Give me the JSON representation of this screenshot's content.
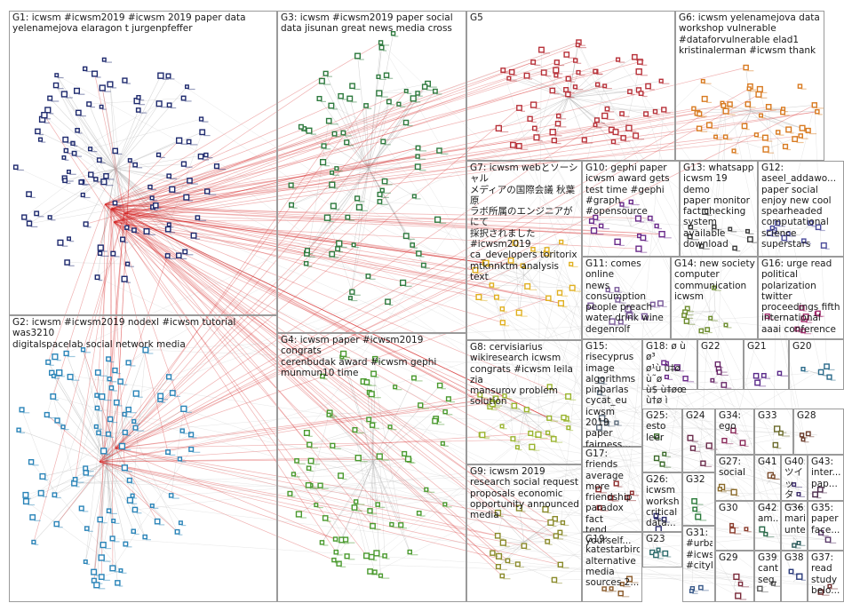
{
  "colors": {
    "background": "#ffffff",
    "box_border": "#9a9a9a",
    "label_text": "#1a1a1a",
    "edge_between_groups": "#d42020",
    "edge_within_group": "#b8b8b8"
  },
  "groups": [
    {
      "id": "G1",
      "label": "G1: icwsm #icwsm2019 #icwsm 2019 paper data\nyelenamejova elaragon t jurgenpfeffer",
      "node_color": "#1e2a6e",
      "node_count": 95
    },
    {
      "id": "G2",
      "label": "G2: icwsm #icwsm2019 nodexl #icwsm tutorial was3210\ndigitalspacelab social network media",
      "node_color": "#2a84b8",
      "node_count": 90
    },
    {
      "id": "G3",
      "label": "G3: icwsm #icwsm2019 paper social\ndata jisunan great news media cross",
      "node_color": "#2e7a3e",
      "node_count": 70
    },
    {
      "id": "G4",
      "label": "G4: icwsm paper #icwsm2019 congrats\ncerenbudak award #icwsm gephi\nmunmun10 time",
      "node_color": "#4a9a2e",
      "node_count": 70
    },
    {
      "id": "G5",
      "label": "G5",
      "node_color": "#b8323a",
      "node_count": 60
    },
    {
      "id": "G6",
      "label": "G6: icwsm yelenamejova data\nworkshop vulnerable\n#dataforvulnerable elad1\nkristinalerman #icwsm thank",
      "node_color": "#d87a20",
      "node_count": 38
    },
    {
      "id": "G7",
      "label": "G7: icwsm webとソーシャル\nメディアの国際会議 秋葉原\nラボ所属のエンジニアが にて\n採択されました\n#icwsm2019\nca_developers toritorix\nmtknnktm analysis text",
      "node_color": "#e0b020",
      "node_count": 22
    },
    {
      "id": "G8",
      "label": "G8: cervisiarius\nwikiresearch icwsm\ncongrats #icwsm leila zia\nmansurov problem\nsolution",
      "node_color": "#9ab42e",
      "node_count": 24
    },
    {
      "id": "G9",
      "label": "G9: icwsm 2019\nresearch social request\nproposals economic\nopportunity announced\nmedia",
      "node_color": "#8a8a2a",
      "node_count": 20
    },
    {
      "id": "G10",
      "label": "G10: gephi paper\nicwsm award gets\ntest time #gephi\n#graph #opensource",
      "node_color": "#6a2a8a",
      "node_count": 14
    },
    {
      "id": "G11",
      "label": "G11: comes online\nnews consumption\npeople preach\nwater drink wine\ndegenrolf",
      "node_color": "#7a5a9a",
      "node_count": 12
    },
    {
      "id": "G12",
      "label": "G12:\naseel_addawo...\npaper social\nenjoy new cool\nspearheaded\ncomputational\nscience\nsuperstars",
      "node_color": "#4a4a9a",
      "node_count": 10
    },
    {
      "id": "G13",
      "label": "G13: whatsapp\nicwsm 19 demo\npaper monitor\nfact checking\nsystem available\ndownload",
      "node_color": "#3a3a3a",
      "node_count": 9
    },
    {
      "id": "G14",
      "label": "G14: new society\ncomputer\ncommunication\nicwsm",
      "node_color": "#6a8a2a",
      "node_count": 9
    },
    {
      "id": "G15",
      "label": "G15:\nrisecyprus\nimage\nalgorithms\npinbarlas\ncycat_eu\nicwsm 2019\npaper\nfairness...",
      "node_color": "#5a6a7a",
      "node_count": 6
    },
    {
      "id": "G16",
      "label": "G16: urge read\npolitical\npolarization\ntwitter\nproceedings fifth\ninternational\naaai conference",
      "node_color": "#a02a6a",
      "node_count": 8
    },
    {
      "id": "G17",
      "label": "G17: friends\naverage\nmore\nfriendship\nparadox fact\ntend\nyourself...",
      "node_color": "#8a2a2a",
      "node_count": 6
    },
    {
      "id": "G18",
      "label": "G18: ø ù ø³\nø¹ù ù‡ø ù˜ø\nù$ ù‡øœ\nù†ø ì",
      "node_color": "#6a2a8a",
      "node_count": 5
    },
    {
      "id": "G19",
      "label": "G19:\nkatestarbird\nalternative\nmedia\nsources 2...",
      "node_color": "#8a5a2a",
      "node_count": 5
    },
    {
      "id": "G20",
      "label": "G20",
      "node_color": "#2a6a8a",
      "node_count": 4
    },
    {
      "id": "G21",
      "label": "G21",
      "node_color": "#5a2a8a",
      "node_count": 4
    },
    {
      "id": "G22",
      "label": "G22",
      "node_color": "#6a2a6a",
      "node_count": 5
    },
    {
      "id": "G23",
      "label": "G23",
      "node_color": "#2a6a6a",
      "node_count": 4
    },
    {
      "id": "G24",
      "label": "G24",
      "node_color": "#6a2a4a",
      "node_count": 4
    },
    {
      "id": "G25",
      "label": "G25: esto leer",
      "node_color": "#3a6a2a",
      "node_count": 4
    },
    {
      "id": "G26",
      "label": "G26:\nicwsm\nworksh...\ncritical\ndata...",
      "node_color": "#2a2a6a",
      "node_count": 4
    },
    {
      "id": "G27",
      "label": "G27:\nsocial",
      "node_color": "#8a6a2a",
      "node_count": 3
    },
    {
      "id": "G28",
      "label": "G28",
      "node_color": "#6a3a2a",
      "node_count": 3
    },
    {
      "id": "G29",
      "label": "G29",
      "node_color": "#7a2a3a",
      "node_count": 3
    },
    {
      "id": "G30",
      "label": "G30",
      "node_color": "#8a3a2a",
      "node_count": 3
    },
    {
      "id": "G31",
      "label": "G31:\n#urba...\n#icws...\n#cityl...",
      "node_color": "#3a5a8a",
      "node_count": 3
    },
    {
      "id": "G32",
      "label": "G32",
      "node_color": "#2a7a3a",
      "node_count": 3
    },
    {
      "id": "G33",
      "label": "G33",
      "node_color": "#6a6a2a",
      "node_count": 3
    },
    {
      "id": "G34",
      "label": "G34:\nego",
      "node_color": "#8a2a5a",
      "node_count": 3
    },
    {
      "id": "G35",
      "label": "G35:\npaper\nface...",
      "node_color": "#5a3a6a",
      "node_count": 2
    },
    {
      "id": "G36",
      "label": "G36:\nmari...\nunte...",
      "node_color": "#2a5a5a",
      "node_count": 2
    },
    {
      "id": "G37",
      "label": "G37:\nread\nstudy\nbelo...",
      "node_color": "#6a2a2a",
      "node_count": 2
    },
    {
      "id": "G38",
      "label": "G38",
      "node_color": "#2a3a7a",
      "node_count": 2
    },
    {
      "id": "G39",
      "label": "G39:\ncant...\nseg...",
      "node_color": "#5a5a5a",
      "node_count": 2
    },
    {
      "id": "G40",
      "label": "G40:\nツイッ\nター...",
      "node_color": "#3a2a6a",
      "node_count": 2
    },
    {
      "id": "G41",
      "label": "G41",
      "node_color": "#7a4a2a",
      "node_count": 2
    },
    {
      "id": "G42",
      "label": "G42:\nam...",
      "node_color": "#2a6a4a",
      "node_count": 2
    },
    {
      "id": "G43",
      "label": "G43:\ninter...\npap...",
      "node_color": "#4a2a4a",
      "node_count": 2
    }
  ]
}
